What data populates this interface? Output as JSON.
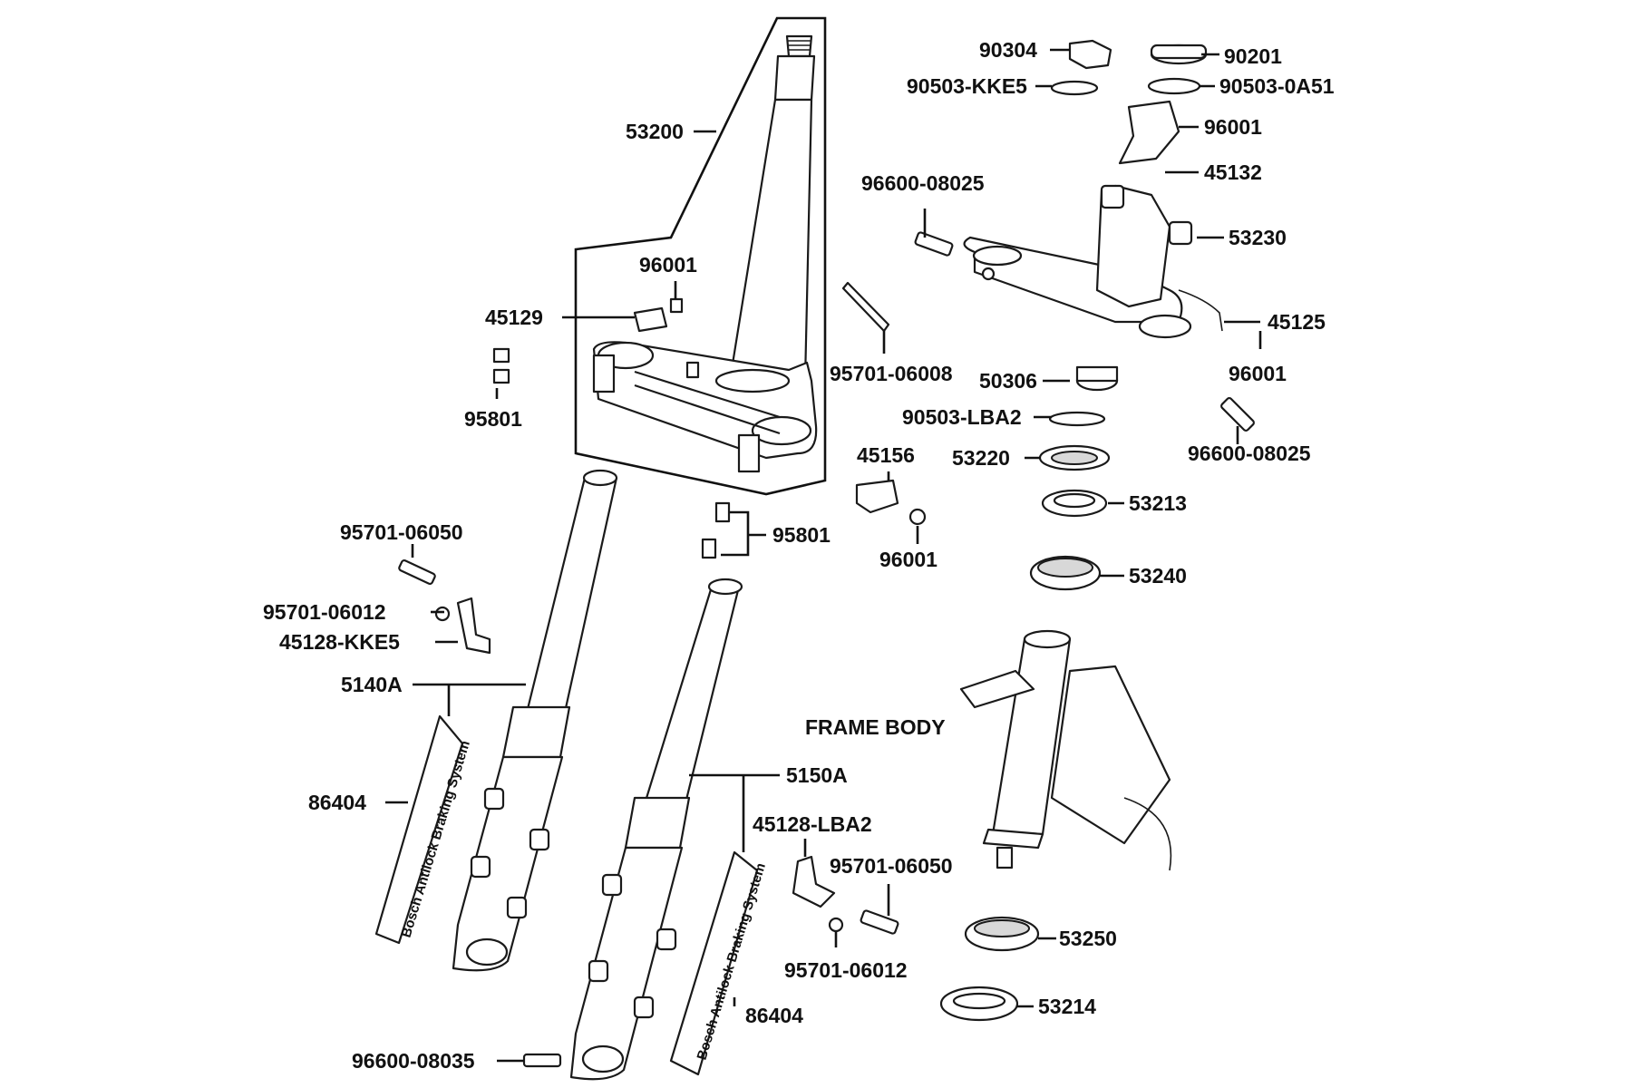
{
  "frame_body_label": "FRAME BODY",
  "abs_decal_text": "Bosch Antilock Braking System",
  "callouts": {
    "c90304": "90304",
    "c90201": "90201",
    "c90503_kke5": "90503-KKE5",
    "c90503_0a51": "90503-0A51",
    "c96001_a": "96001",
    "c45132": "45132",
    "c96600_08025_a": "96600-08025",
    "c53230": "53230",
    "c45125": "45125",
    "c96001_b": "96001",
    "c53200": "53200",
    "c96001_c": "96001",
    "c45129": "45129",
    "c95801_a": "95801",
    "c95701_06008": "95701-06008",
    "c50306": "50306",
    "c90503_lba2": "90503-LBA2",
    "c96600_08025_b": "96600-08025",
    "c45156": "45156",
    "c53220": "53220",
    "c53213": "53213",
    "c95801_b": "95801",
    "c96001_d": "96001",
    "c53240": "53240",
    "c95701_06050_a": "95701-06050",
    "c95701_06012_a": "95701-06012",
    "c45128_kke5": "45128-KKE5",
    "c5140a": "5140A",
    "c86404_a": "86404",
    "c5150a": "5150A",
    "c45128_lba2": "45128-LBA2",
    "c95701_06050_b": "95701-06050",
    "c53250": "53250",
    "c95701_06012_b": "95701-06012",
    "c53214": "53214",
    "c86404_b": "86404",
    "c96600_08035": "96600-08035"
  }
}
